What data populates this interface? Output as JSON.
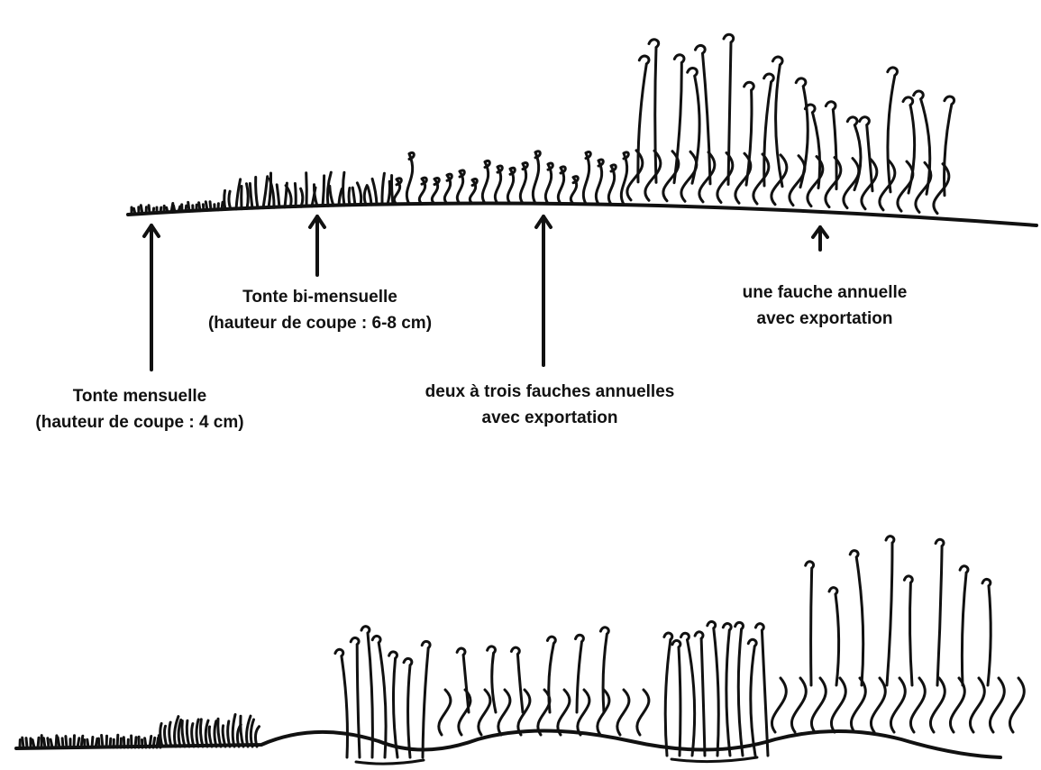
{
  "colors": {
    "ink": "#111111",
    "background": "#ffffff"
  },
  "labels": {
    "monthly": {
      "line1": "Tonte mensuelle",
      "line2": "(hauteur de coupe : 4 cm)"
    },
    "bimonthly": {
      "line1": "Tonte bi-mensuelle",
      "line2": "(hauteur de coupe : 6-8 cm)"
    },
    "two_three": {
      "line1": "deux à trois fauches annuelles",
      "line2": "avec exportation"
    },
    "annual": {
      "line1": "une fauche annuelle",
      "line2": "avec exportation"
    }
  }
}
